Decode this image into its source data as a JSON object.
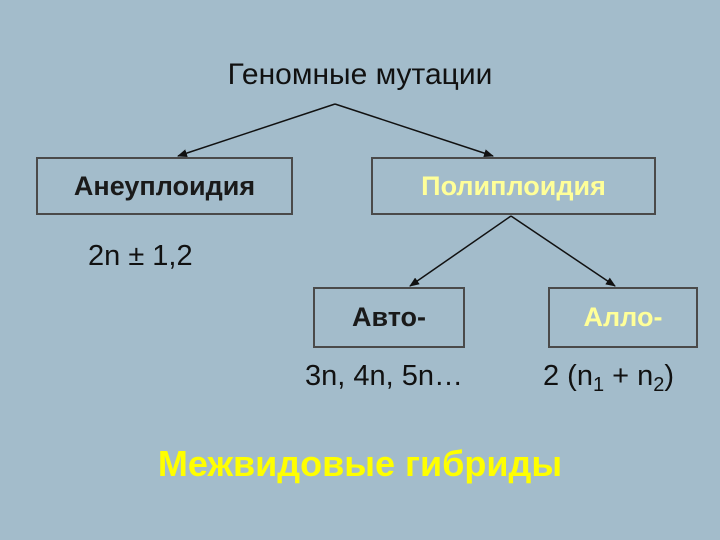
{
  "root_title": "Геномные мутации",
  "aneuploidy": {
    "label": "Анеуплоидия",
    "formula": "2n ± 1,2"
  },
  "polyploidy": {
    "label": "Полиплоидия",
    "auto": {
      "label": "Авто-",
      "formula": "3n, 4n, 5n…"
    },
    "allo": {
      "label": "Алло-",
      "formula_prefix": "2 (n",
      "sub1": "1",
      "formula_mid": " + n",
      "sub2": "2",
      "formula_suffix": ")"
    }
  },
  "hybrids_label": "Межвидовые гибриды",
  "colors": {
    "background": "#a3bccb",
    "highlight_text": "#ffff99",
    "hybrids_text": "#ffff00",
    "box_border": "#4a4a4a",
    "line": "#111111"
  }
}
